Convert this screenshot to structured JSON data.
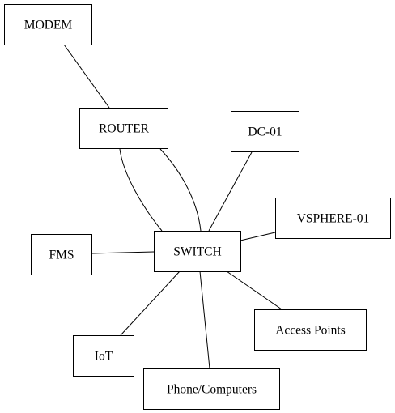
{
  "nodes": {
    "modem": "MODEM",
    "router": "ROUTER",
    "dc01": "DC-01",
    "vsphere01": "VSPHERE-01",
    "switch": "SWITCH",
    "fms": "FMS",
    "access_points": "Access Points",
    "iot": "IoT",
    "phone_computers": "Phone/Computers"
  },
  "edges": [
    {
      "from": "MODEM",
      "to": "ROUTER"
    },
    {
      "from": "ROUTER",
      "to": "SWITCH"
    },
    {
      "from": "ROUTER",
      "to": "SWITCH"
    },
    {
      "from": "DC-01",
      "to": "SWITCH"
    },
    {
      "from": "VSPHERE-01",
      "to": "SWITCH"
    },
    {
      "from": "FMS",
      "to": "SWITCH"
    },
    {
      "from": "SWITCH",
      "to": "Access Points"
    },
    {
      "from": "SWITCH",
      "to": "IoT"
    },
    {
      "from": "SWITCH",
      "to": "Phone/Computers"
    }
  ]
}
